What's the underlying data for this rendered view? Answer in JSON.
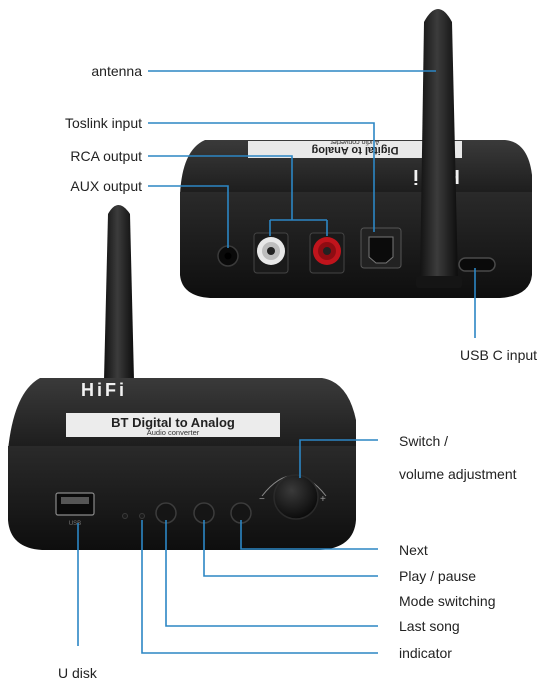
{
  "labels": {
    "antenna": "antenna",
    "toslink_input": "Toslink input",
    "rca_output": "RCA output",
    "aux_output": "AUX output",
    "usb_c_input": "USB C input",
    "switch_line1": "Switch /",
    "switch_line2": "volume adjustment",
    "next": "Next",
    "play_pause": "Play / pause",
    "mode_switching": "Mode switching",
    "last_song": "Last song",
    "indicator": "indicator",
    "u_disk": "U disk"
  },
  "device_front": {
    "brand": "HiFi",
    "panel_title": "BT Digital to Analog",
    "panel_subtitle": "Audio converter",
    "usb_port_label": "USB"
  },
  "device_back": {
    "brand": "HiFi",
    "panel_title": "Digital to Analog",
    "panel_subtitle": "Audio converter"
  },
  "colors": {
    "leader_line": "#2c86c4",
    "device_body": "#1a1a1a",
    "rca_white": "#e8e8e8",
    "rca_red": "#c0141c"
  }
}
